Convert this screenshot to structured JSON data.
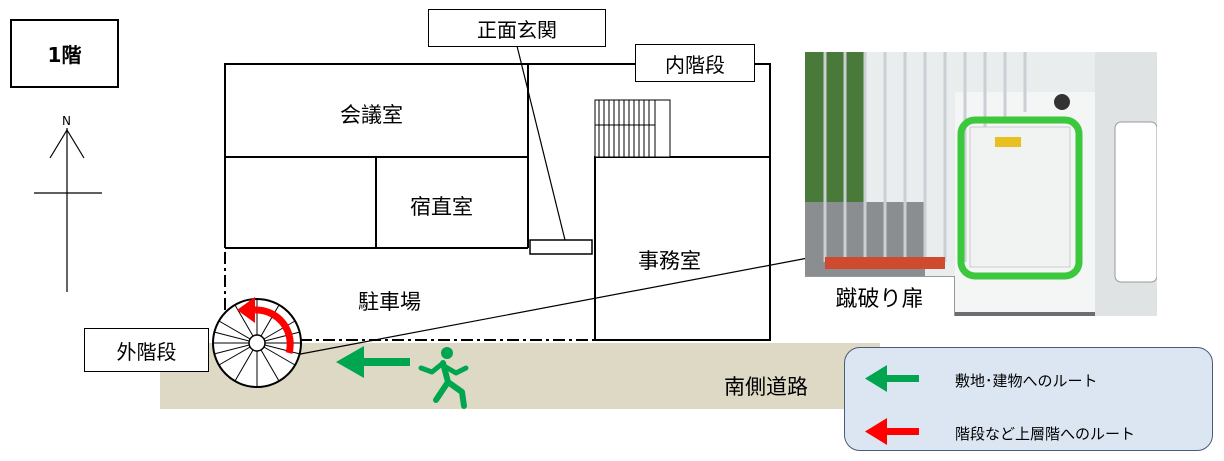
{
  "floor": "1階",
  "compass_north": "N",
  "labels": {
    "front_entrance": "正面玄関",
    "inner_stairs": "内階段",
    "meeting_room": "会議室",
    "night_duty_room": "宿直室",
    "office": "事務室",
    "parking": "駐車場",
    "outer_stairs": "外階段",
    "south_road": "南側道路",
    "kick_door": "蹴破り扉"
  },
  "legend": {
    "site_route": "敷地･建物へのルート",
    "upper_route": "階段など上層階へのルート"
  },
  "colors": {
    "road": "#ddd9c4",
    "green_route": "#00a550",
    "red_route": "#ff0000",
    "door_highlight": "#3cc83c",
    "legend_bg": "#dce6f2",
    "legend_border": "#4a5a7a"
  },
  "icons": [
    "running-person-icon",
    "spiral-stair-icon",
    "compass-icon"
  ]
}
